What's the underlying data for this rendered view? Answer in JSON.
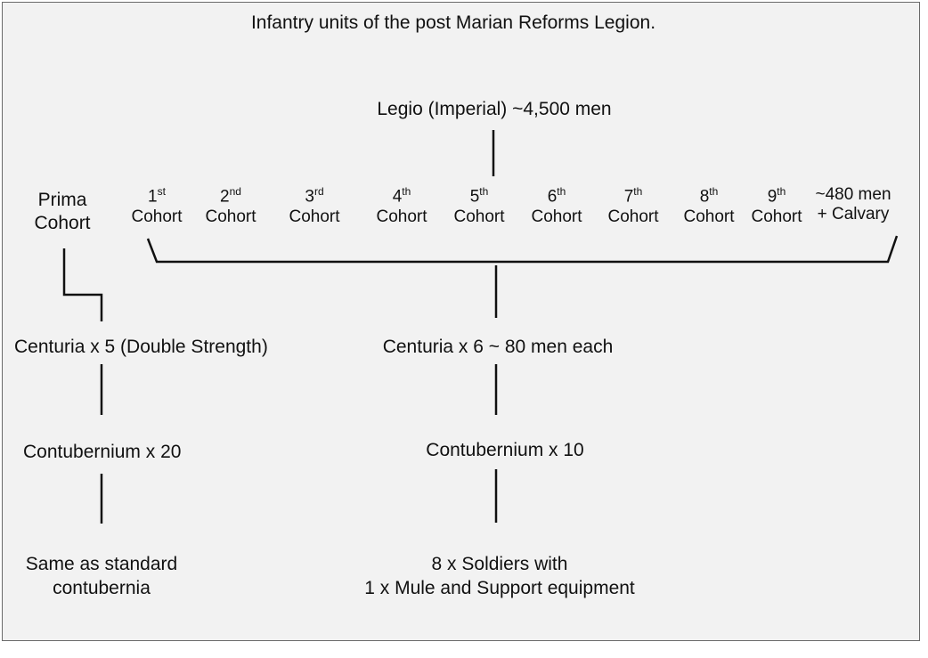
{
  "title": "Infantry units of the  post  Marian Reforms Legion.",
  "legio": "Legio (Imperial) ~4,500 men",
  "prima": {
    "line1": "Prima",
    "line2": "Cohort"
  },
  "cohorts": [
    {
      "num": "1",
      "sup": "st",
      "label": "Cohort"
    },
    {
      "num": "2",
      "sup": "nd",
      "label": "Cohort"
    },
    {
      "num": "3",
      "sup": "rd",
      "label": "Cohort"
    },
    {
      "num": "4",
      "sup": "th",
      "label": "Cohort"
    },
    {
      "num": "5",
      "sup": "th",
      "label": "Cohort"
    },
    {
      "num": "6",
      "sup": "th",
      "label": "Cohort"
    },
    {
      "num": "7",
      "sup": "th",
      "label": "Cohort"
    },
    {
      "num": "8",
      "sup": "th",
      "label": "Cohort"
    },
    {
      "num": "9",
      "sup": "th",
      "label": "Cohort"
    }
  ],
  "cavalry": {
    "line1": "~480 men",
    "line2": "+ Calvary"
  },
  "left_branch": {
    "centuria": "Centuria x 5 (Double Strength)",
    "contubernium": "Contubernium x 20",
    "note_line1": "Same as standard",
    "note_line2": "contubernia"
  },
  "right_branch": {
    "centuria": "Centuria x 6 ~ 80 men each",
    "contubernium": "Contubernium x 10",
    "note_line1": "8 x Soldiers  with",
    "note_line2": "1 x Mule and Support equipment"
  }
}
